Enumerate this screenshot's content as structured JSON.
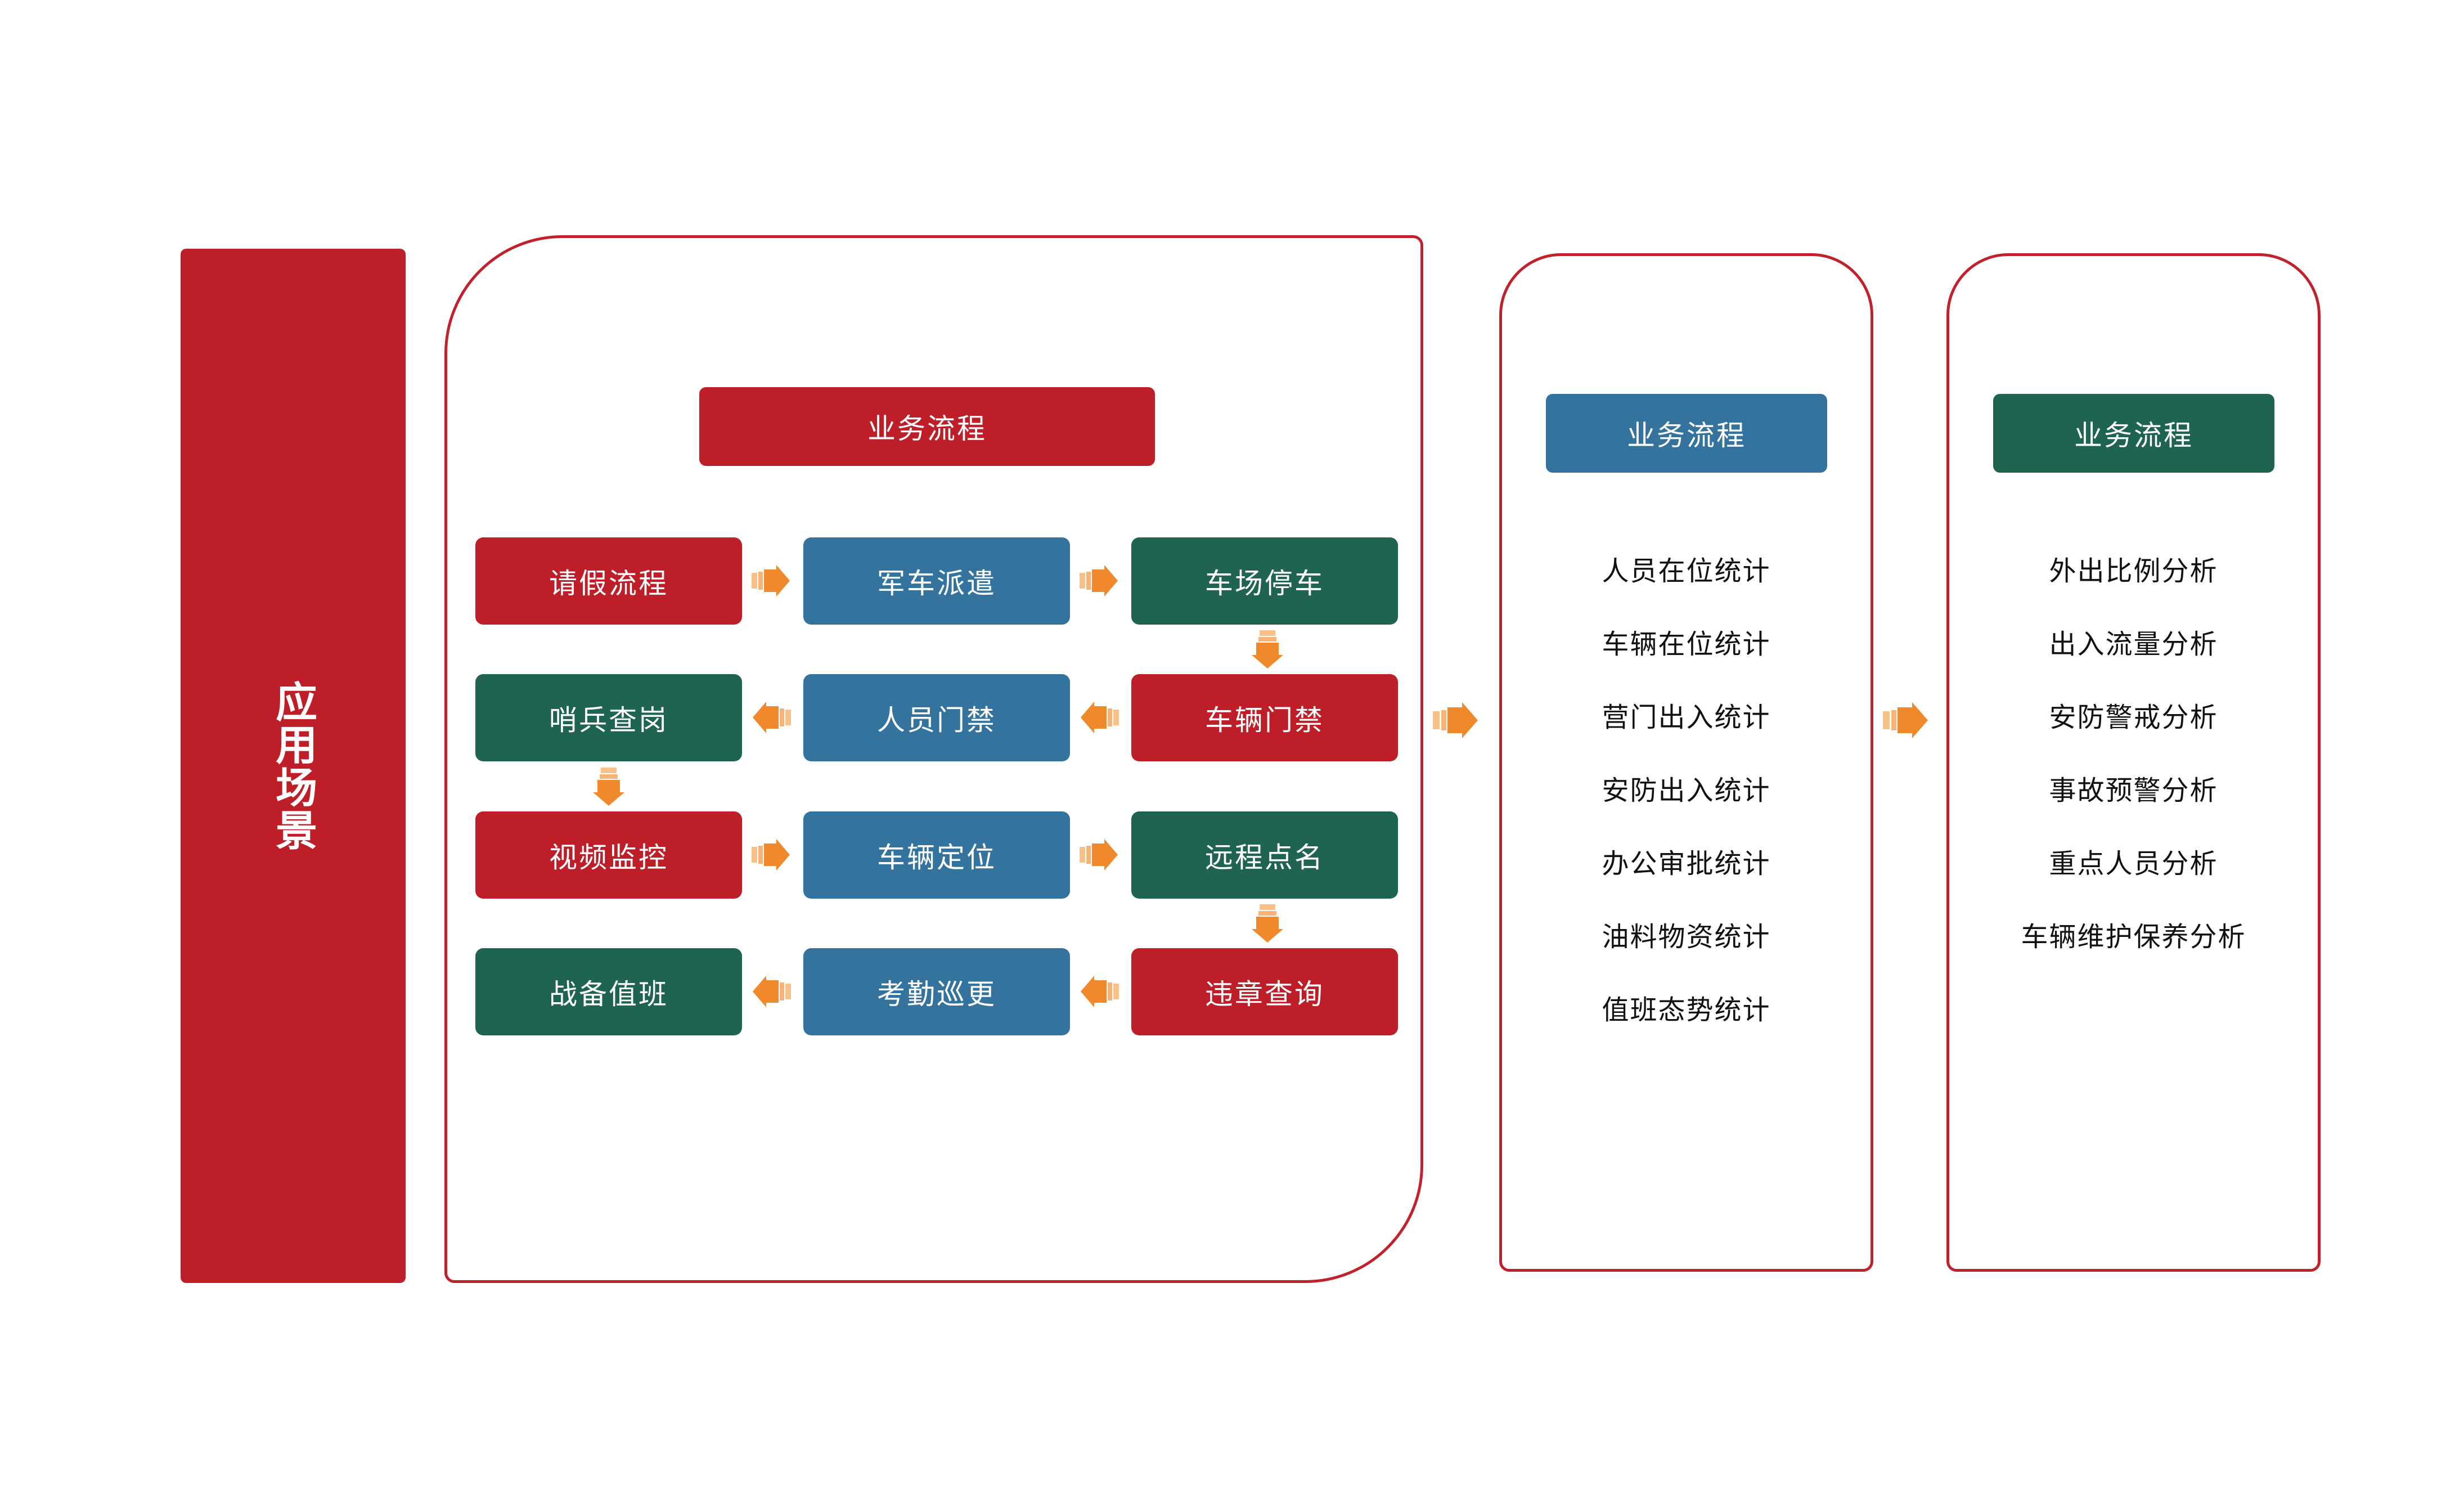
{
  "colors": {
    "red": "#BE1E28",
    "blue": "#33739E",
    "green": "#1F6450",
    "orange": "#F0892B",
    "outline_red": "#C0212B",
    "text_dark": "#111111",
    "text_light": "#FFFFFF"
  },
  "scenario_banner": {
    "label": "应用场景"
  },
  "flow_panel": {
    "header": "业务流程",
    "rows": [
      {
        "direction": "right",
        "boxes": [
          {
            "label": "请假流程",
            "color": "red"
          },
          {
            "label": "军车派遣",
            "color": "blue"
          },
          {
            "label": "车场停车",
            "color": "green"
          }
        ]
      },
      {
        "direction": "left",
        "boxes": [
          {
            "label": "哨兵查岗",
            "color": "green"
          },
          {
            "label": "人员门禁",
            "color": "blue"
          },
          {
            "label": "车辆门禁",
            "color": "red"
          }
        ]
      },
      {
        "direction": "right",
        "boxes": [
          {
            "label": "视频监控",
            "color": "red"
          },
          {
            "label": "车辆定位",
            "color": "blue"
          },
          {
            "label": "远程点名",
            "color": "green"
          }
        ]
      },
      {
        "direction": "left",
        "boxes": [
          {
            "label": "战备值班",
            "color": "green"
          },
          {
            "label": "考勤巡更",
            "color": "blue"
          },
          {
            "label": "违章查询",
            "color": "red"
          }
        ]
      }
    ]
  },
  "stats_panel": {
    "header": "业务流程",
    "items": [
      "人员在位统计",
      "车辆在位统计",
      "营门出入统计",
      "安防出入统计",
      "办公审批统计",
      "油料物资统计",
      "值班态势统计"
    ]
  },
  "analysis_panel": {
    "header": "业务流程",
    "items": [
      "外出比例分析",
      "出入流量分析",
      "安防警戒分析",
      "事故预警分析",
      "重点人员分析",
      "车辆维护保养分析"
    ]
  },
  "connectors": {
    "panel_arrow_1": "arrow-right",
    "panel_arrow_2": "arrow-right"
  }
}
